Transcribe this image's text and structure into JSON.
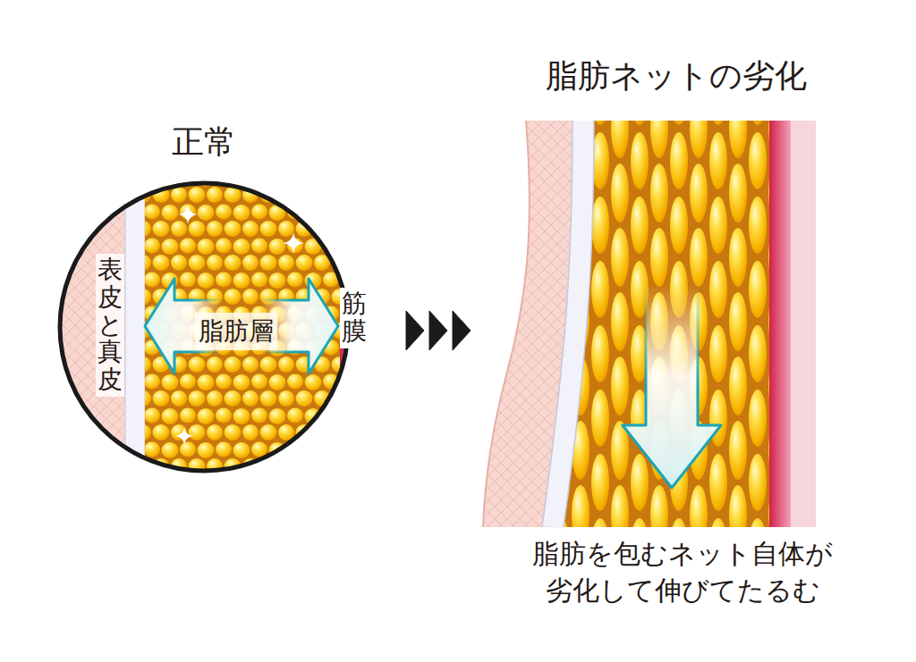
{
  "diagram": {
    "nodes": [
      {
        "text": [
          "正常"
        ]
      },
      {
        "text": [
          "脂肪ネットの劣化"
        ]
      }
    ],
    "edges": [
      {
        "from": 0,
        "to": 1,
        "arrow": "to"
      }
    ],
    "labels": [
      "表皮と真皮",
      "脂肪層",
      "筋膜",
      "脂肪を包むネット自体が 劣化して伸びてたるむ"
    ]
  }
}
